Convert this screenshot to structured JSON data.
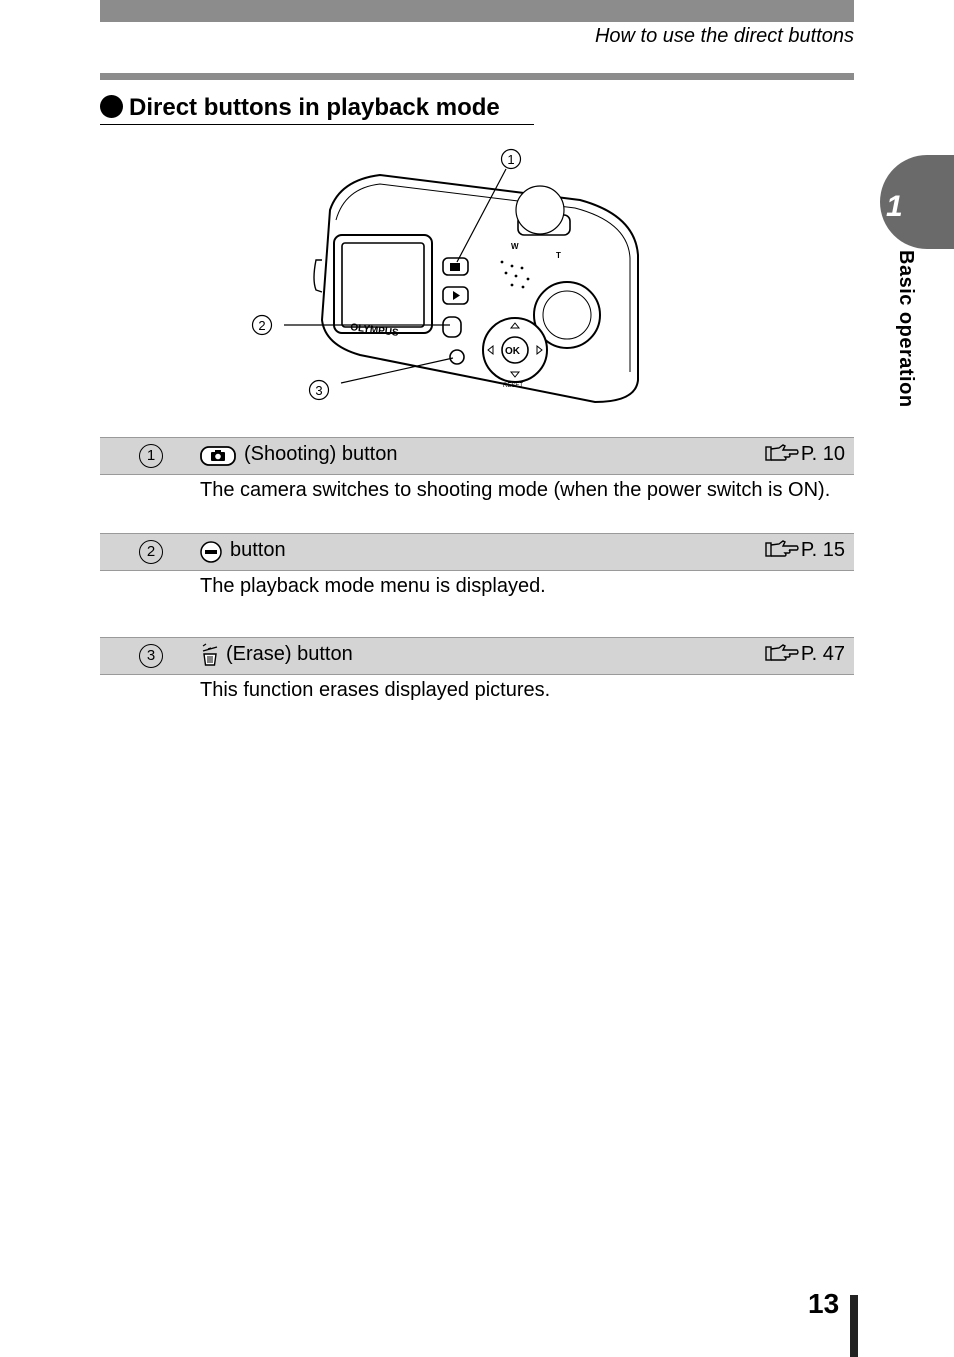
{
  "header": {
    "running_head": "How to use the direct buttons"
  },
  "section": {
    "title": "Direct buttons in playback mode"
  },
  "side_tab": {
    "chapter_number": "1",
    "chapter_label": "Basic operation"
  },
  "figure": {
    "callouts": [
      "1",
      "2",
      "3"
    ],
    "camera_brand": "OLYMPUS",
    "ok_label": "OK",
    "reset_label": "RESET",
    "zoom_w": "W",
    "zoom_t": "T"
  },
  "items": [
    {
      "number": "1",
      "icon": "camera-icon",
      "label": "(Shooting) button",
      "ref": "P. 10",
      "description": "The camera switches to shooting mode (when the power switch is ON)."
    },
    {
      "number": "2",
      "icon": "menu-icon",
      "label": "button",
      "ref": "P. 15",
      "description": "The playback mode menu is displayed."
    },
    {
      "number": "3",
      "icon": "trash-icon",
      "label": "(Erase) button",
      "ref": "P. 47",
      "description": "This function erases displayed pictures."
    }
  ],
  "footer": {
    "page_number": "13"
  }
}
